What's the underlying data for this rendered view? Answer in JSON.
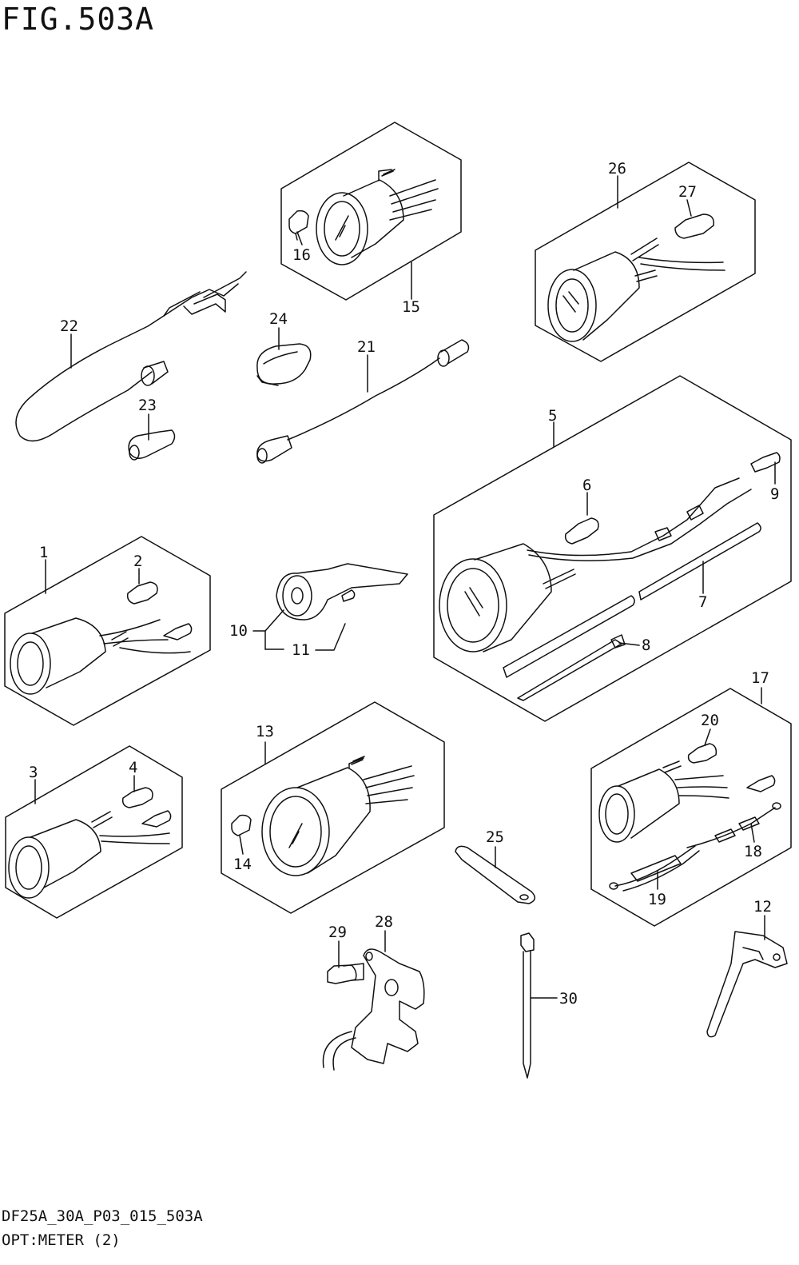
{
  "figure": {
    "title": "FIG.503A",
    "code": "DF25A_30A_P03_015_503A",
    "caption": "OPT:METER (2)"
  },
  "callouts": [
    "1",
    "2",
    "3",
    "4",
    "5",
    "6",
    "7",
    "8",
    "9",
    "10",
    "11",
    "12",
    "13",
    "14",
    "15",
    "16",
    "17",
    "18",
    "19",
    "20",
    "21",
    "22",
    "23",
    "24",
    "25",
    "26",
    "27",
    "28",
    "29",
    "30"
  ]
}
